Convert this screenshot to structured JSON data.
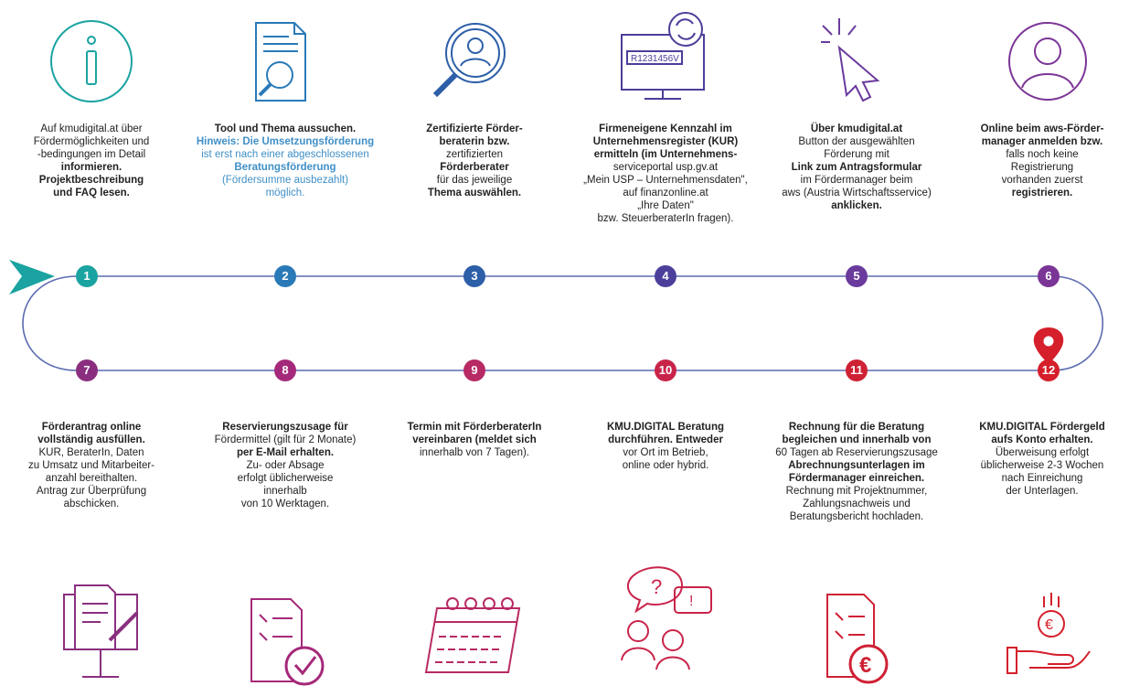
{
  "colors": {
    "c1": "#1aa3a0",
    "c2": "#2a7ab8",
    "c3": "#2d5fa8",
    "c4": "#4b3f9b",
    "c5": "#6a3b9d",
    "c6": "#7b3596",
    "c7": "#8a2f7f",
    "c8": "#a5297a",
    "c9": "#b82a63",
    "c10": "#c8244a",
    "c11": "#cf2134",
    "c12": "#d51f2b",
    "line": "#5566aa"
  },
  "steps": [
    {
      "num": "1",
      "lines": [
        "Auf kmudigital.at über",
        "Fördermöglichkeiten und",
        "-bedingungen im Detail",
        "informieren.",
        "Projektbeschreibung",
        "und FAQ lesen."
      ],
      "bold": [
        false,
        false,
        false,
        true,
        true,
        true
      ],
      "icon": "info-icon"
    },
    {
      "num": "2",
      "lines": [
        "Tool und Thema aussuchen.",
        "Hinweis: Die Umsetzungsförderung",
        "ist erst nach einer abgeschlossenen",
        "Beratungsförderung",
        "(Fördersumme ausbezahlt)",
        "möglich."
      ],
      "bold": [
        true,
        true,
        false,
        true,
        false,
        false
      ],
      "icon": "document-search-icon"
    },
    {
      "num": "3",
      "lines": [
        "Zertifizierte Förder-",
        "beraterin bzw.",
        "zertifizierten",
        "Förderberater",
        "für das jeweilige",
        "Thema auswählen."
      ],
      "bold": [
        true,
        true,
        false,
        true,
        false,
        true
      ],
      "icon": "person-search-icon"
    },
    {
      "num": "4",
      "lines": [
        "Firmeneigene Kennzahl im",
        "Unternehmensregister (KUR)",
        "ermitteln (im Unternehmens-",
        "serviceportal usp.gv.at",
        "„Mein USP – Unternehmensdaten\",",
        "auf finanzonline.at",
        "„Ihre Daten\"",
        "bzw. SteuerberaterIn fragen)."
      ],
      "bold": [
        true,
        true,
        true,
        false,
        false,
        false,
        false,
        false
      ],
      "icon": "monitor-refresh-icon"
    },
    {
      "num": "5",
      "lines": [
        "Über kmudigital.at",
        "Button der ausgewählten",
        "Förderung mit",
        "Link zum Antragsformular",
        "im Fördermanager beim",
        "aws (Austria Wirtschaftsservice)",
        "anklicken."
      ],
      "bold": [
        true,
        false,
        false,
        true,
        false,
        false,
        true
      ],
      "icon": "cursor-click-icon"
    },
    {
      "num": "6",
      "lines": [
        "Online beim aws-Förder-",
        "manager anmelden bzw.",
        "falls noch keine",
        "Registrierung",
        "vorhanden zuerst",
        "registrieren."
      ],
      "bold": [
        true,
        true,
        false,
        false,
        false,
        true
      ],
      "icon": "user-icon"
    },
    {
      "num": "7",
      "lines": [
        "Förderantrag online",
        "vollständig ausfüllen.",
        "KUR, BeraterIn, Daten",
        "zu Umsatz und Mitarbeiter-",
        "anzahl bereithalten.",
        "Antrag zur Überprüfung",
        "abschicken."
      ],
      "bold": [
        true,
        true,
        false,
        false,
        false,
        false,
        false
      ],
      "icon": "computer-form-icon"
    },
    {
      "num": "8",
      "lines": [
        "Reservierungszusage für",
        "Fördermittel (gilt für 2 Monate)",
        "per E-Mail erhalten.",
        "Zu- oder Absage",
        "erfolgt üblicherweise",
        "innerhalb",
        "von 10 Werktagen."
      ],
      "bold": [
        true,
        false,
        true,
        false,
        false,
        false,
        false
      ],
      "icon": "checklist-check-icon"
    },
    {
      "num": "9",
      "lines": [
        "Termin mit FörderberaterIn",
        "vereinbaren (meldet sich",
        "innerhalb von 7 Tagen)."
      ],
      "bold": [
        true,
        true,
        false
      ],
      "icon": "calendar-icon"
    },
    {
      "num": "10",
      "lines": [
        "KMU.DIGITAL Beratung",
        "durchführen. Entweder",
        "vor Ort im Betrieb,",
        "online oder hybrid."
      ],
      "bold": [
        true,
        true,
        false,
        false
      ],
      "icon": "consulting-icon"
    },
    {
      "num": "11",
      "lines": [
        "Rechnung für die Beratung",
        "begleichen und innerhalb von",
        "60 Tagen ab Reservierungszusage",
        "Abrechnungsunterlagen im",
        "Fördermanager einreichen.",
        "Rechnung mit Projektnummer,",
        "Zahlungsnachweis und",
        "Beratungsbericht hochladen."
      ],
      "bold": [
        true,
        true,
        false,
        true,
        true,
        false,
        false,
        false
      ],
      "icon": "invoice-euro-icon"
    },
    {
      "num": "12",
      "lines": [
        "KMU.DIGITAL Fördergeld",
        "aufs Konto erhalten.",
        "Überweisung erfolgt",
        "üblicherweise 2-3 Wochen",
        "nach Einreichung",
        "der Unterlagen."
      ],
      "bold": [
        true,
        true,
        false,
        false,
        false,
        false
      ],
      "icon": "euro-hand-icon"
    }
  ],
  "monitor_code": "R1231456V"
}
